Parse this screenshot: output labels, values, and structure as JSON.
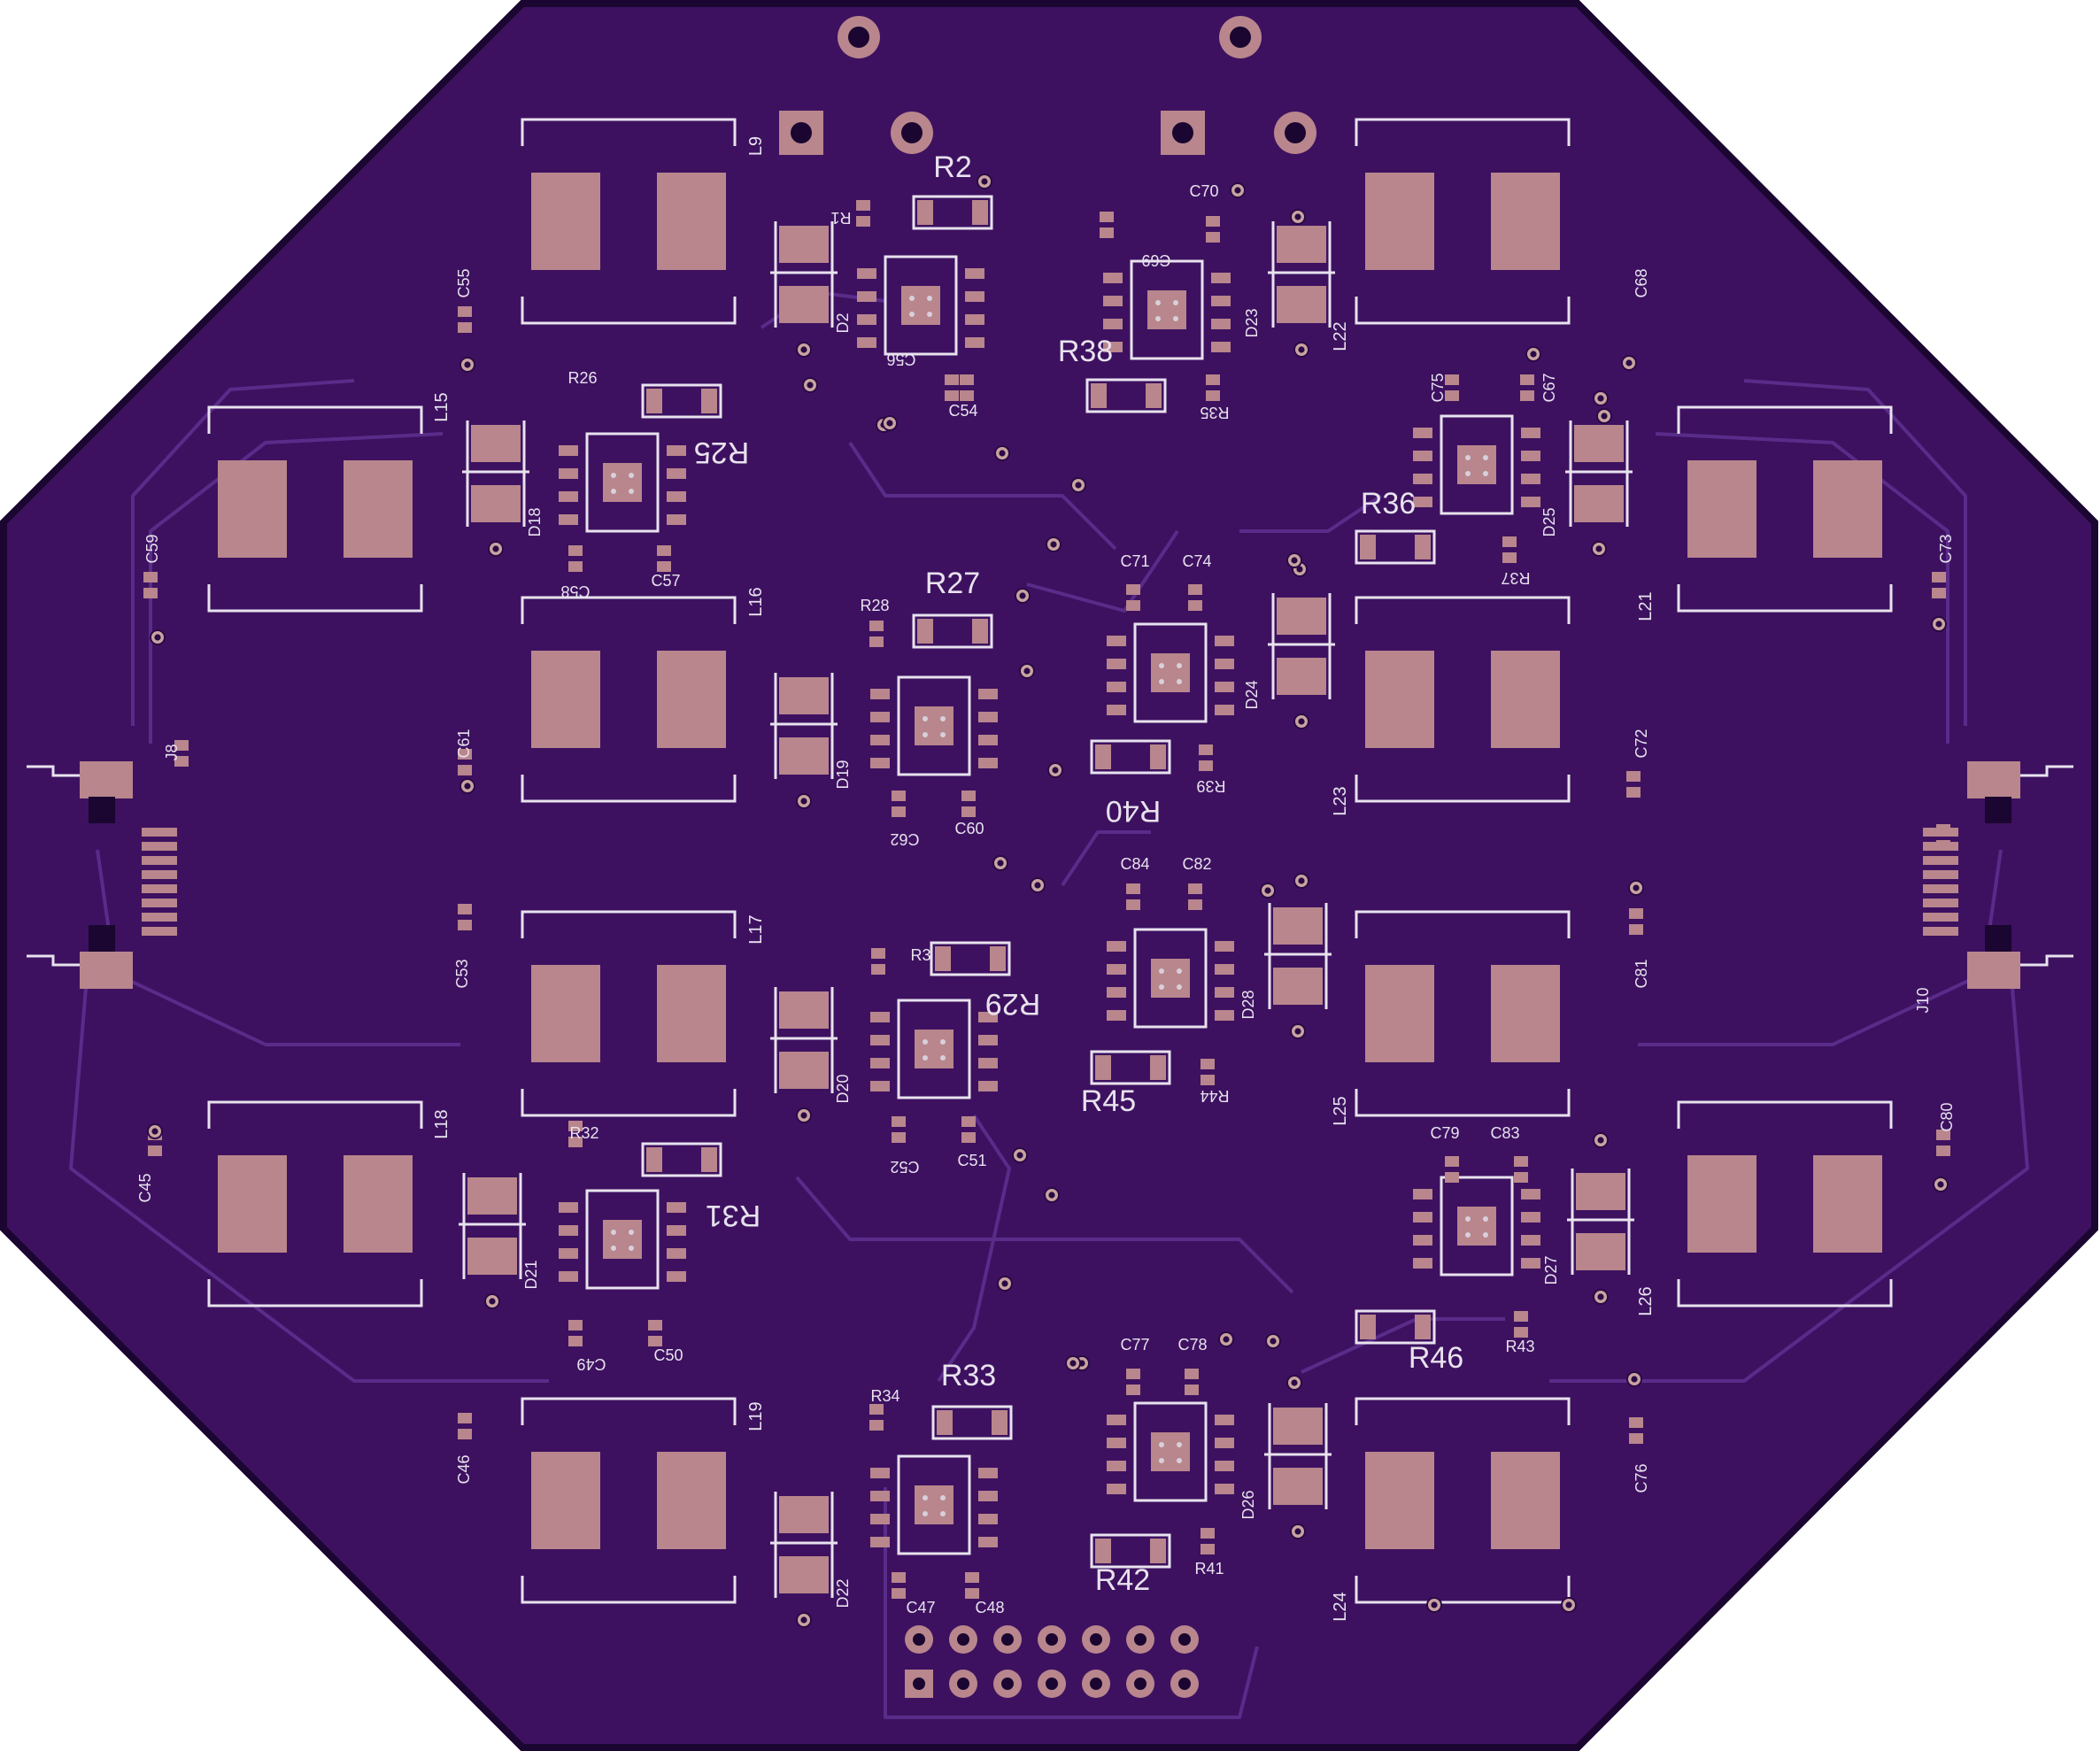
{
  "board": {
    "board_color": "#3d1160",
    "outline_color": "#1a0630",
    "pad_color": "#b8868c",
    "via_color": "#c9a3a0",
    "silk_color": "#e8e2ee"
  },
  "inductors": [
    {
      "ref": "L9"
    },
    {
      "ref": "L22"
    },
    {
      "ref": "L15"
    },
    {
      "ref": "L21"
    },
    {
      "ref": "L16"
    },
    {
      "ref": "L23"
    },
    {
      "ref": "L17"
    },
    {
      "ref": "L25"
    },
    {
      "ref": "L18"
    },
    {
      "ref": "L26"
    },
    {
      "ref": "L19"
    },
    {
      "ref": "L24"
    }
  ],
  "diodes": [
    "D2",
    "D23",
    "D18",
    "D25",
    "D19",
    "D24",
    "D20",
    "D28",
    "D21",
    "D27",
    "D22",
    "D26"
  ],
  "big_resistors": [
    "R2",
    "R38",
    "R25",
    "R36",
    "R27",
    "R40",
    "R29",
    "R45",
    "R31",
    "R46",
    "R33",
    "R42"
  ],
  "small_labels": [
    "R1",
    "C56",
    "C54",
    "C70",
    "C69",
    "R35",
    "C55",
    "C68",
    "R26",
    "C58",
    "C57",
    "C75",
    "C67",
    "R37",
    "C59",
    "C73",
    "R28",
    "C62",
    "C60",
    "C71",
    "C74",
    "R39",
    "C61",
    "C72",
    "J8",
    "J10",
    "C53",
    "C84",
    "C82",
    "C81",
    "R3",
    "C52",
    "C51",
    "R44",
    "C45",
    "C80",
    "R32",
    "C49",
    "C50",
    "C79",
    "C83",
    "R43",
    "C46",
    "C76",
    "R34",
    "C47",
    "C48",
    "C77",
    "C78",
    "R41"
  ]
}
